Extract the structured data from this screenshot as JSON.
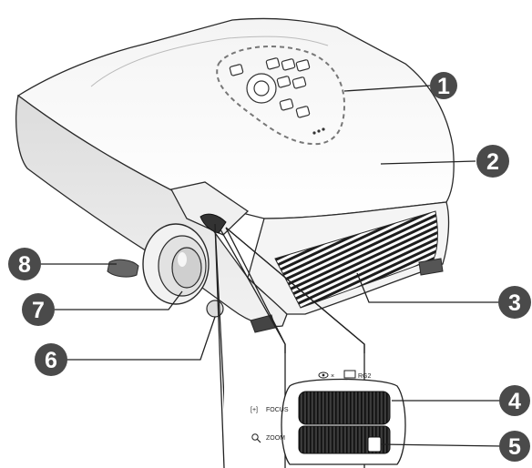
{
  "callouts": [
    {
      "id": "1",
      "label": "1"
    },
    {
      "id": "2",
      "label": "2"
    },
    {
      "id": "3",
      "label": "3"
    },
    {
      "id": "4",
      "label": "4"
    },
    {
      "id": "5",
      "label": "5"
    },
    {
      "id": "6",
      "label": "6"
    },
    {
      "id": "7",
      "label": "7"
    },
    {
      "id": "8",
      "label": "8"
    }
  ],
  "lens_inset": {
    "top_label": "RG2",
    "focus_label": "FOCUS",
    "zoom_label": "ZOOM"
  },
  "colors": {
    "callout_fill": "#4a4a4a",
    "outline": "#2a2a2a",
    "body_fill": "#ffffff",
    "shade": "#e6e6e6"
  }
}
